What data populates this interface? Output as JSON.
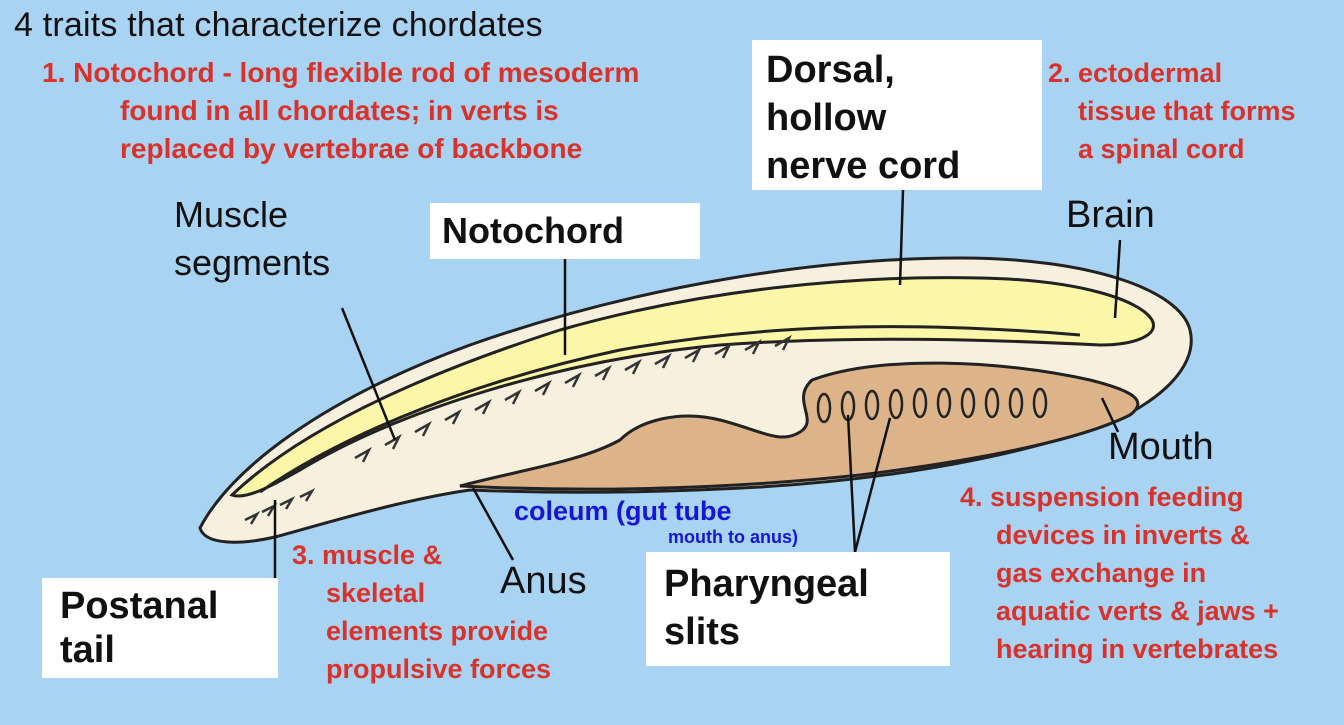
{
  "title": "4 traits that characterize chordates",
  "traits": {
    "t1": [
      "1. Notochord - long flexible rod of mesoderm",
      "found in all chordates; in verts is",
      "replaced by vertebrae of backbone"
    ],
    "t2": [
      "2. ectodermal",
      "tissue that forms",
      "a spinal cord"
    ],
    "t3": [
      "3. muscle &",
      "skeletal",
      "elements provide",
      "propulsive forces"
    ],
    "t4": [
      "4. suspension feeding",
      "devices in inverts &",
      "gas exchange in",
      "aquatic verts & jaws +",
      "hearing in vertebrates"
    ]
  },
  "labels": {
    "dorsal": [
      "Dorsal,",
      "hollow",
      "nerve cord"
    ],
    "notochord": "Notochord",
    "muscle": [
      "Muscle",
      "segments"
    ],
    "brain": "Brain",
    "mouth": "Mouth",
    "anus": "Anus",
    "postanal": [
      "Postanal",
      "tail"
    ],
    "pharyngeal": [
      "Pharyngeal",
      "slits"
    ]
  },
  "coelom": {
    "main": "coleum (gut tube",
    "sub": "mouth to anus)"
  },
  "colors": {
    "background": "#a9d3f3",
    "red_text": "#d9322a",
    "blue_text": "#1515d8",
    "body_fill": "#f7f0df",
    "nerve_cord": "#fbf6a8",
    "gut": "#ddb48a"
  }
}
